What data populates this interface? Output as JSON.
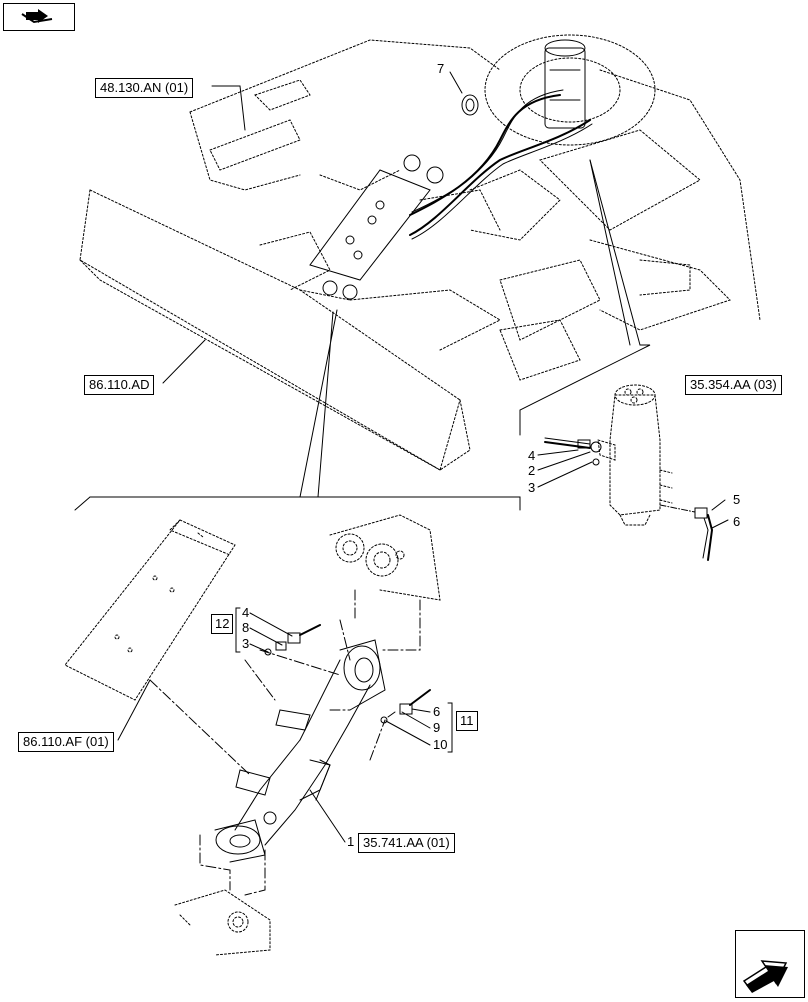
{
  "references": {
    "top_left": "48.130.AN (01)",
    "blade": "86.110.AD",
    "swivel": "35.354.AA (03)",
    "guard": "86.110.AF (01)",
    "cylinder": "35.741.AA (01)"
  },
  "group_labels": {
    "left": "12",
    "right": "11"
  },
  "callouts": {
    "n1": "1",
    "n2": "2",
    "n3": "3",
    "n4": "4",
    "n5": "5",
    "n6": "6",
    "n7": "7",
    "left_group": [
      "4",
      "8",
      "3"
    ],
    "right_group": [
      "6",
      "9",
      "10"
    ]
  },
  "icons": {
    "top_nav": "book-arrow-icon",
    "bottom_nav": "next-page-arrow-icon"
  }
}
